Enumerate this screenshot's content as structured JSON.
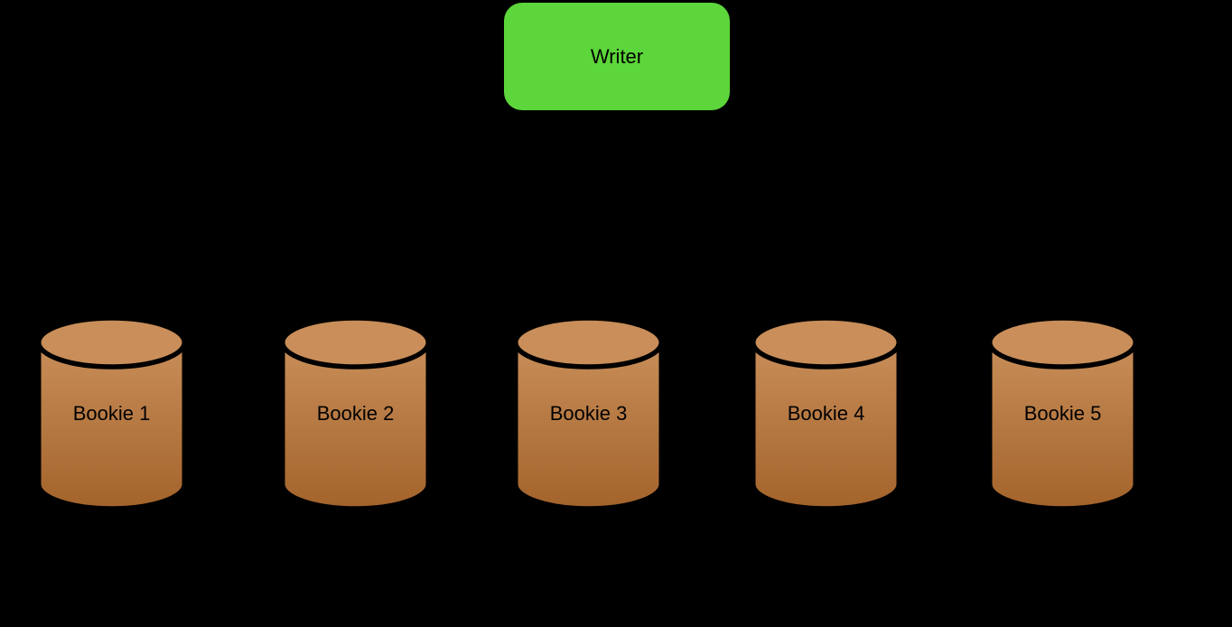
{
  "diagram": {
    "background": "#000000",
    "writer": {
      "label": "Writer",
      "fill": "#5cd63a",
      "text_color": "#000000"
    },
    "bookies": [
      {
        "label": "Bookie 1"
      },
      {
        "label": "Bookie 2"
      },
      {
        "label": "Bookie 3"
      },
      {
        "label": "Bookie 4"
      },
      {
        "label": "Bookie 5"
      }
    ],
    "cylinder": {
      "top_color": "#c98e59",
      "bottom_color": "#a3632b",
      "outline_color": "#000000"
    }
  }
}
